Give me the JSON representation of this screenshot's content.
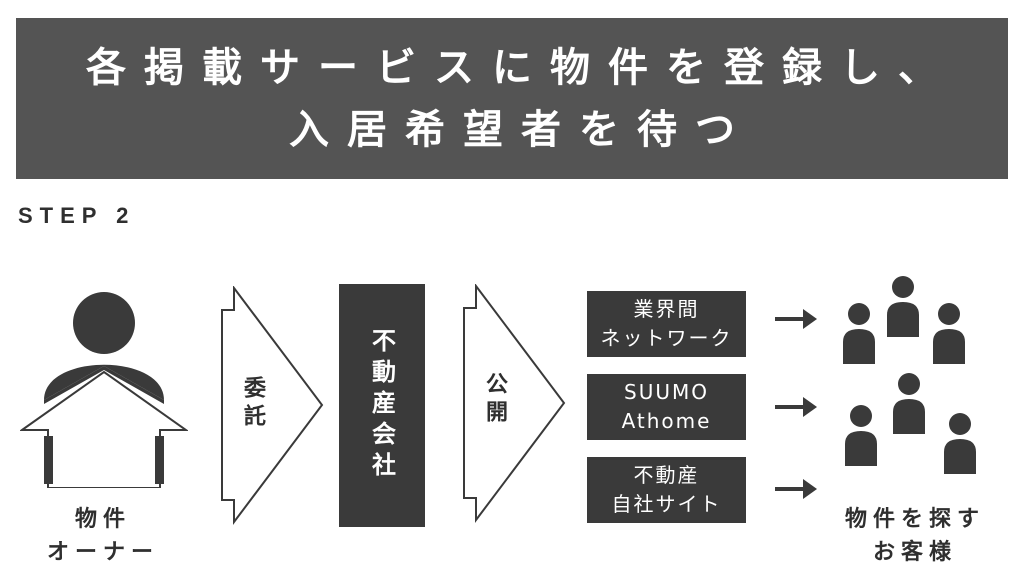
{
  "header": {
    "title_line1": "各掲載サービスに物件を登録し、",
    "title_line2": "入居希望者を待つ"
  },
  "step_label": "STEP 2",
  "flow": {
    "owner": {
      "line1": "物件",
      "line2": "オーナー"
    },
    "entrust_label": "委託",
    "agent_label": "不動産会社",
    "publish_label": "公開",
    "channels": [
      {
        "line1": "業界間",
        "line2": "ネットワーク"
      },
      {
        "line1": "SUUMO",
        "line2": "Athome"
      },
      {
        "line1": "不動産",
        "line2": "自社サイト"
      }
    ],
    "seekers": {
      "line1": "物件を探す",
      "line2": "お客様"
    }
  },
  "colors": {
    "banner_bg": "#545454",
    "box_bg": "#3a3a3a",
    "icon": "#3a3a3a",
    "text": "#2f2f2f"
  }
}
